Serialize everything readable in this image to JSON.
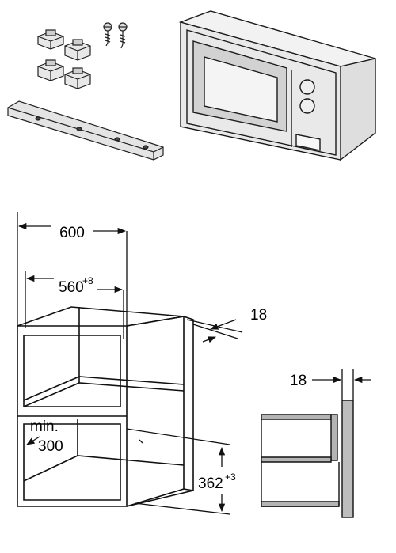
{
  "dimensions": {
    "cabinet_width": "600",
    "niche_width": "560",
    "niche_width_tolerance": "+8",
    "panel_thickness": "18",
    "detail_panel_thickness": "18",
    "min_label": "min.",
    "min_depth": "300",
    "niche_height": "362",
    "niche_height_tolerance": "+3"
  },
  "colors": {
    "line": "#111111",
    "panel_gray": "#b4b4b4",
    "appliance_body": "#e6e6e6",
    "appliance_shade": "#cfcfcf",
    "door_window": "#d4d4d4"
  }
}
